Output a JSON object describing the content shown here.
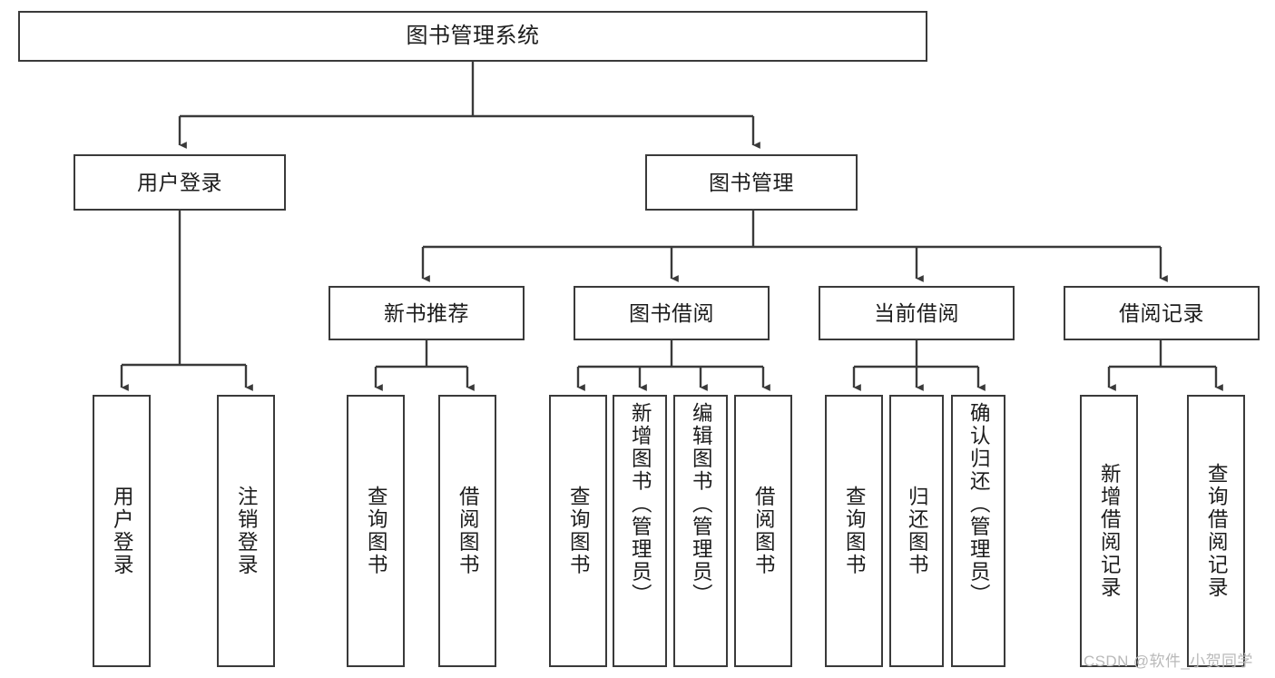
{
  "diagram": {
    "title": "图书管理系统",
    "type": "tree-hierarchy",
    "root": {
      "label": "图书管理系统"
    },
    "level2": [
      {
        "label": "用户登录"
      },
      {
        "label": "图书管理"
      }
    ],
    "level3": [
      {
        "label": "新书推荐"
      },
      {
        "label": "图书借阅"
      },
      {
        "label": "当前借阅"
      },
      {
        "label": "借阅记录"
      }
    ],
    "leaves": {
      "user_login": [
        {
          "label": "用户登录"
        },
        {
          "label": "注销登录"
        }
      ],
      "new_book_recommend": [
        {
          "label": "查询图书"
        },
        {
          "label": "借阅图书"
        }
      ],
      "book_borrow": [
        {
          "label": "查询图书"
        },
        {
          "label": "新增图书（管理员）"
        },
        {
          "label": "编辑图书（管理员）"
        },
        {
          "label": "借阅图书"
        }
      ],
      "current_borrow": [
        {
          "label": "查询图书"
        },
        {
          "label": "归还图书"
        },
        {
          "label": "确认归还（管理员）"
        }
      ],
      "borrow_record": [
        {
          "label": "新增借阅记录"
        },
        {
          "label": "查询借阅记录"
        }
      ]
    }
  },
  "watermark": {
    "text": "CSDN @软件_小贺同学"
  },
  "colors": {
    "stroke": "#3a3a3a",
    "background": "#ffffff",
    "text": "#1c1c1c",
    "watermark": "#b9b9b9"
  }
}
